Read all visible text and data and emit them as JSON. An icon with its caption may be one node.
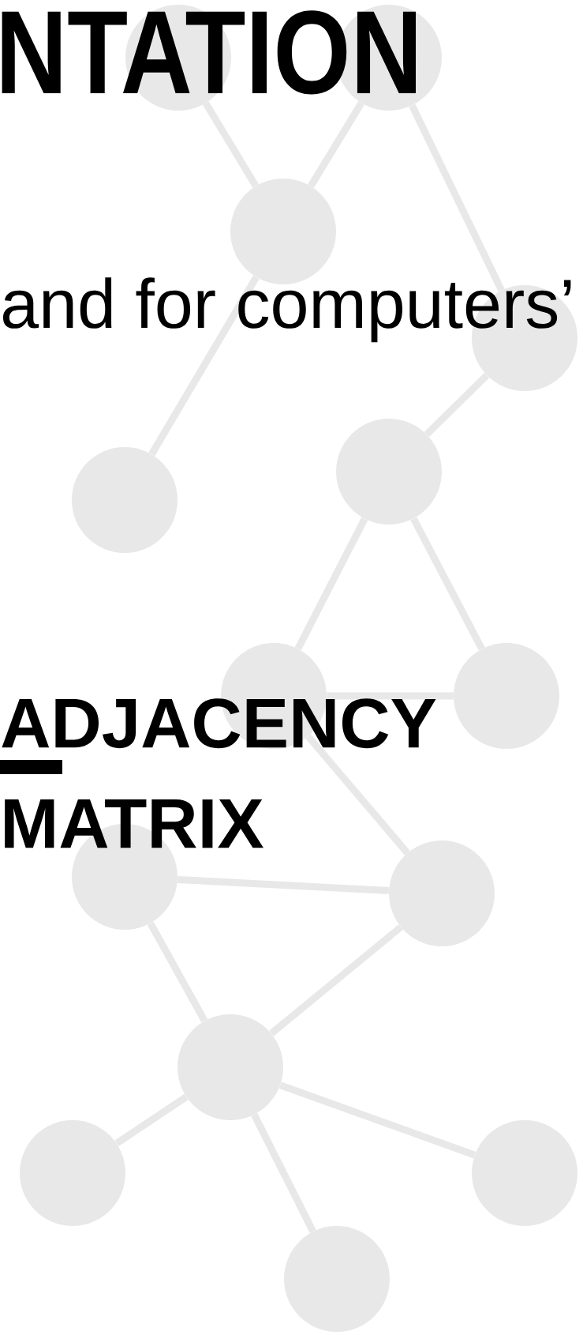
{
  "diagram": {
    "title": "NTATION",
    "nodes": [
      {
        "text": [],
        "shape": "circle"
      },
      {
        "text": [],
        "shape": "circle"
      },
      {
        "text": [],
        "shape": "circle"
      },
      {
        "text": [],
        "shape": "circle"
      },
      {
        "text": [],
        "shape": "circle"
      },
      {
        "text": [],
        "shape": "circle"
      },
      {
        "text": [],
        "shape": "circle"
      },
      {
        "text": [],
        "shape": "circle"
      },
      {
        "text": [],
        "shape": "circle"
      },
      {
        "text": [],
        "shape": "circle"
      },
      {
        "text": [],
        "shape": "circle"
      },
      {
        "text": [],
        "shape": "circle"
      },
      {
        "text": [],
        "shape": "circle"
      },
      {
        "text": [],
        "shape": "circle"
      }
    ],
    "edges": [
      {
        "from": 0,
        "to": 2,
        "arrow": "none"
      },
      {
        "from": 1,
        "to": 2,
        "arrow": "none"
      },
      {
        "from": 1,
        "to": 3,
        "arrow": "none"
      },
      {
        "from": 2,
        "to": 5,
        "arrow": "none"
      },
      {
        "from": 3,
        "to": 4,
        "arrow": "none"
      },
      {
        "from": 4,
        "to": 6,
        "arrow": "none"
      },
      {
        "from": 4,
        "to": 7,
        "arrow": "none"
      },
      {
        "from": 6,
        "to": 7,
        "arrow": "none"
      },
      {
        "from": 6,
        "to": 9,
        "arrow": "none"
      },
      {
        "from": 8,
        "to": 9,
        "arrow": "none"
      },
      {
        "from": 8,
        "to": 10,
        "arrow": "none"
      },
      {
        "from": 9,
        "to": 10,
        "arrow": "none"
      },
      {
        "from": 10,
        "to": 11,
        "arrow": "none"
      },
      {
        "from": 10,
        "to": 12,
        "arrow": "none"
      },
      {
        "from": 10,
        "to": 13,
        "arrow": "none"
      }
    ],
    "labels": [
      "and for computers’",
      "ADJACENCY MATRIX"
    ]
  }
}
